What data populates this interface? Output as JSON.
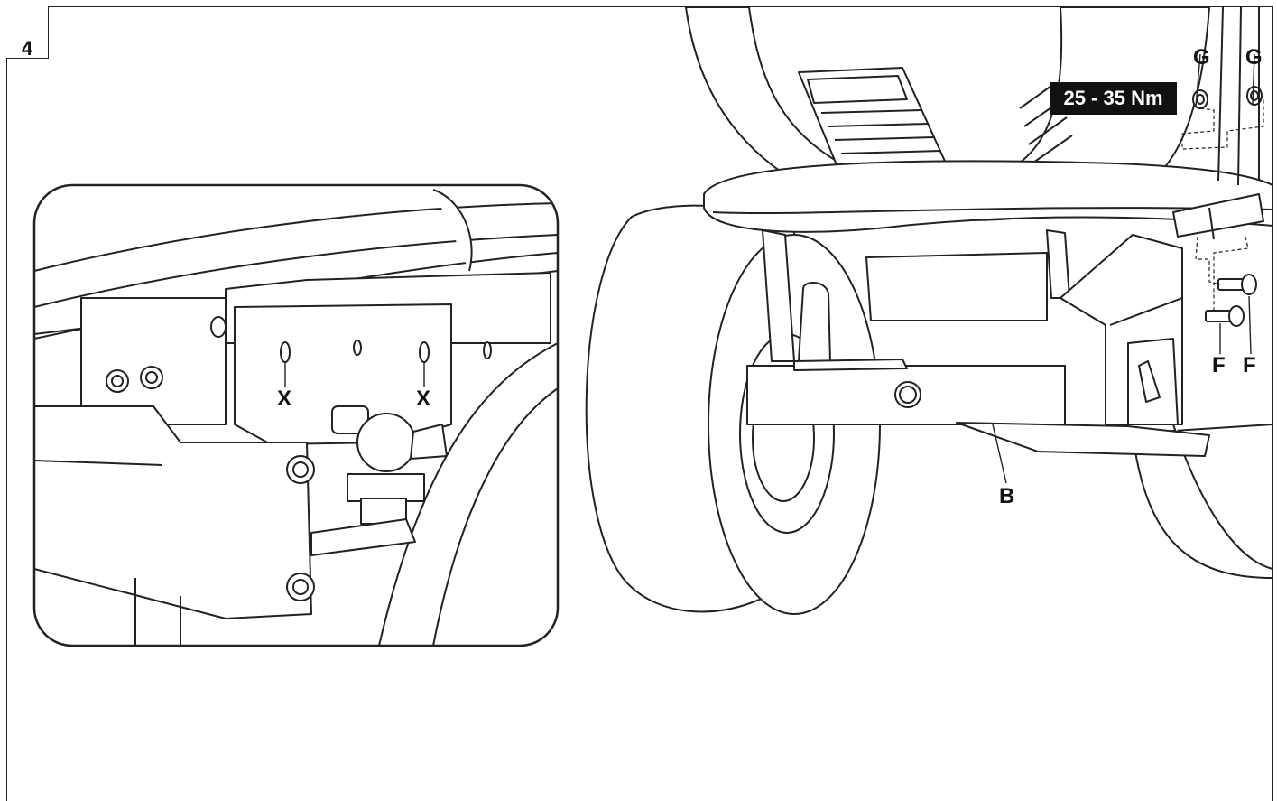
{
  "step": {
    "number": "4",
    "icon": "camera-icon"
  },
  "torque": {
    "label": "25 - 35 Nm"
  },
  "callouts": {
    "g_left": "G",
    "g_right": "G",
    "f_left": "F",
    "f_right": "F",
    "b": "B",
    "x_left": "X",
    "x_right": "X"
  },
  "colors": {
    "line": "#222222",
    "background": "#ffffff",
    "label_bg": "#111111"
  }
}
